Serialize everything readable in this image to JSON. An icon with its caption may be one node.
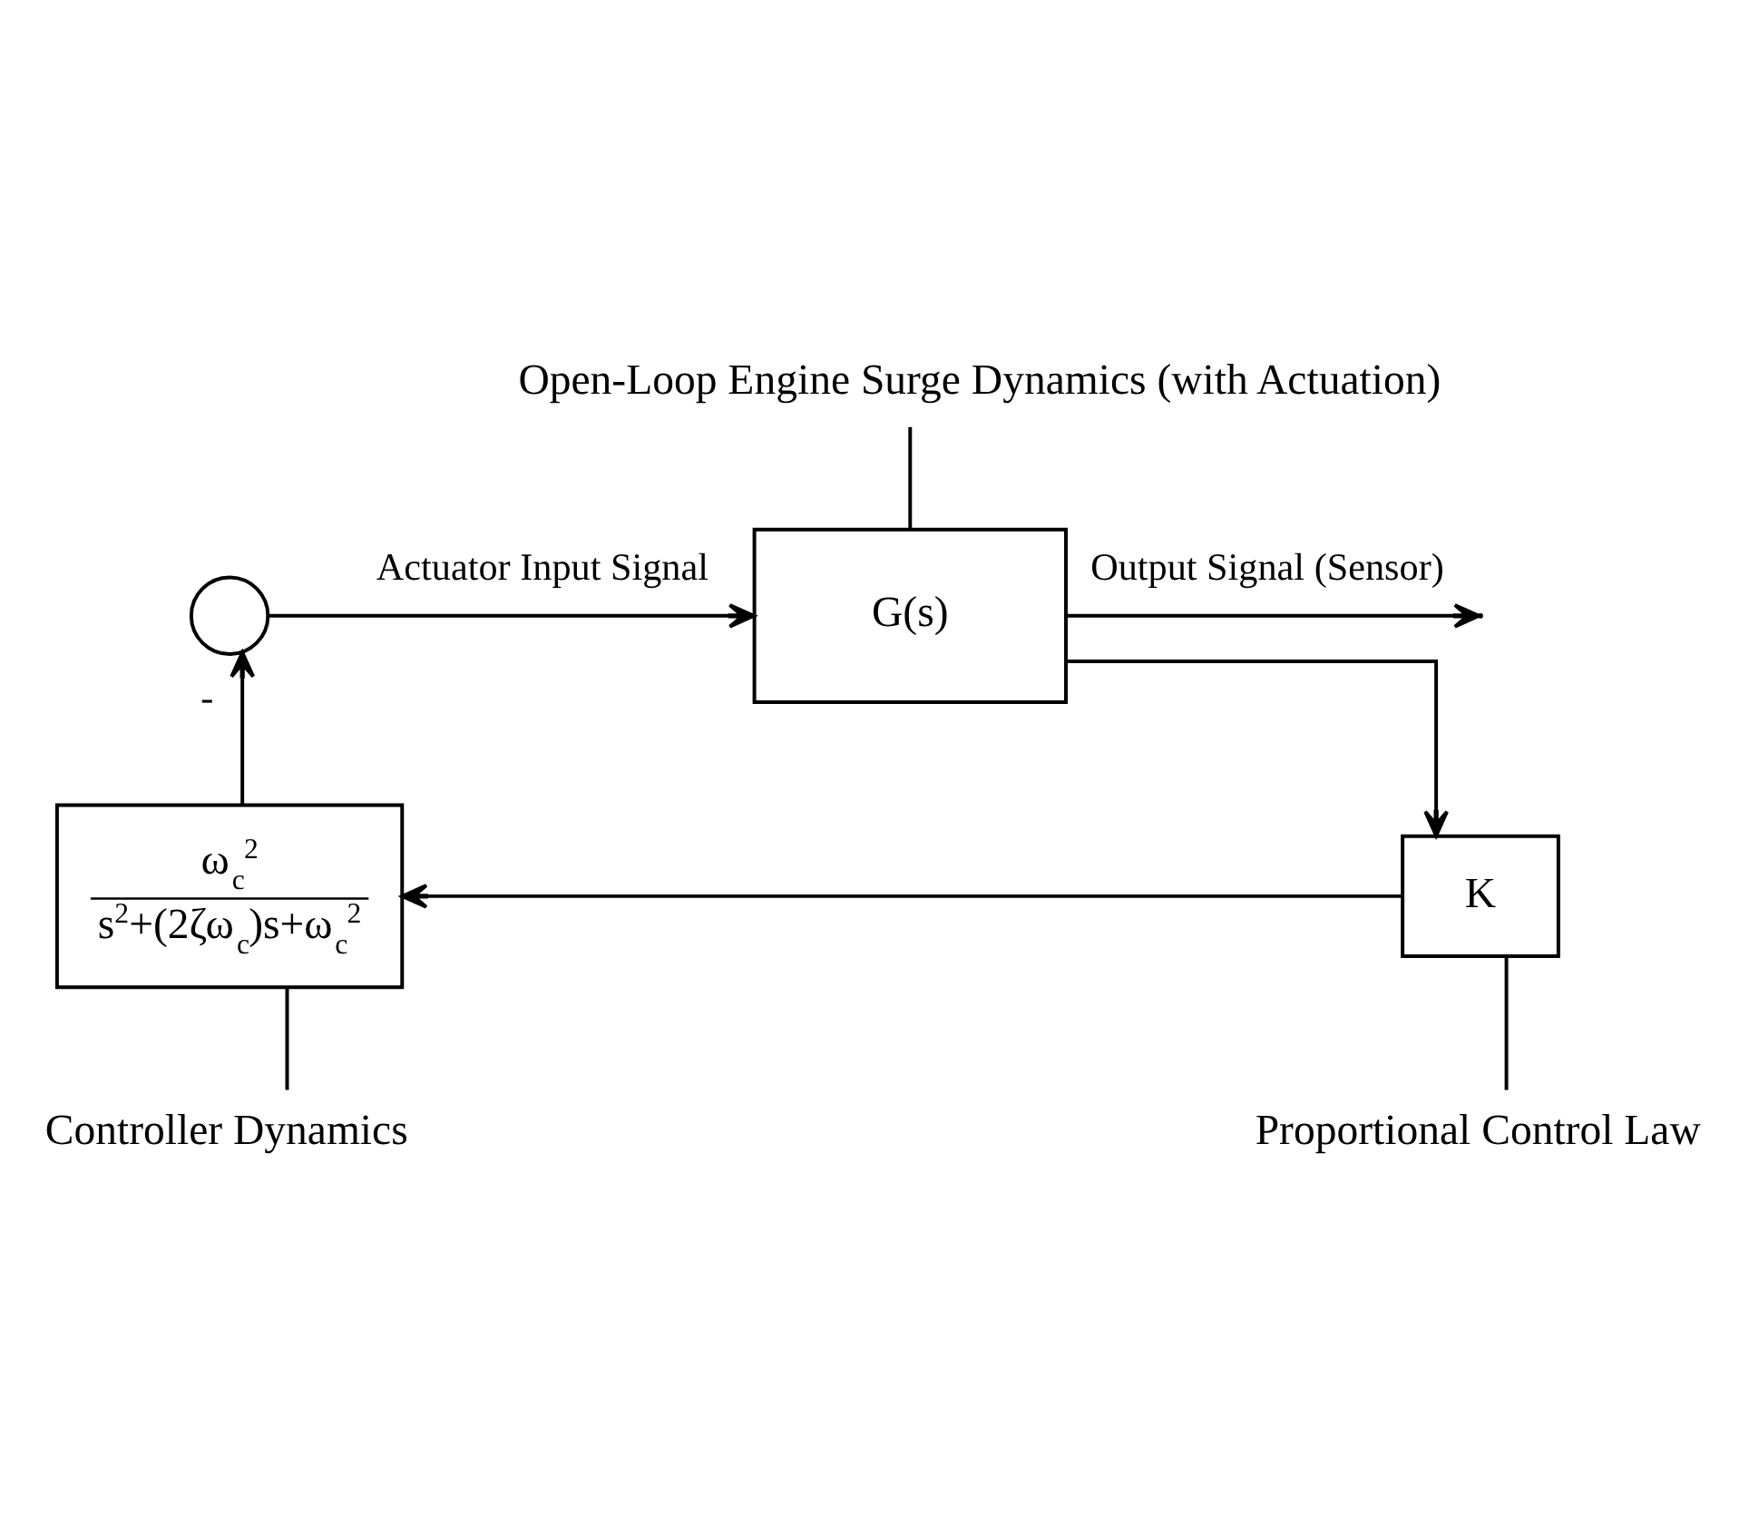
{
  "diagram": {
    "nodes": [
      {
        "text": [],
        "shape": "circle"
      },
      {
        "text": [
          "G(s)"
        ]
      },
      {
        "text": [
          "Open-Loop Engine Surge Dynamics (with Actuation)"
        ]
      },
      {
        "text": [
          "K"
        ]
      },
      {
        "text": [
          "ω$_{c}$$^{2}$",
          "s$^{2}$+(2ζω$_{c}$)s+ω$_{c}$$^{2}$"
        ]
      },
      {
        "text": [
          "Controller Dynamics"
        ]
      },
      {
        "text": [
          "Proportional Control Law"
        ]
      }
    ],
    "edges": [
      {
        "from": 0,
        "to": 1,
        "arrow": "to",
        "label": "Actuator Input Signal"
      },
      {
        "from": 1,
        "to": null,
        "arrow": "to",
        "label": "Output Signal (Sensor)"
      },
      {
        "from": 1,
        "to": 3,
        "arrow": "to"
      },
      {
        "from": 3,
        "to": 4,
        "arrow": "to"
      },
      {
        "from": 4,
        "to": 0,
        "arrow": "to",
        "label": "-"
      },
      {
        "from": 2,
        "to": 1,
        "arrow": "none"
      },
      {
        "from": 5,
        "to": 4,
        "arrow": "none"
      },
      {
        "from": 6,
        "to": 3,
        "arrow": "none"
      }
    ]
  }
}
